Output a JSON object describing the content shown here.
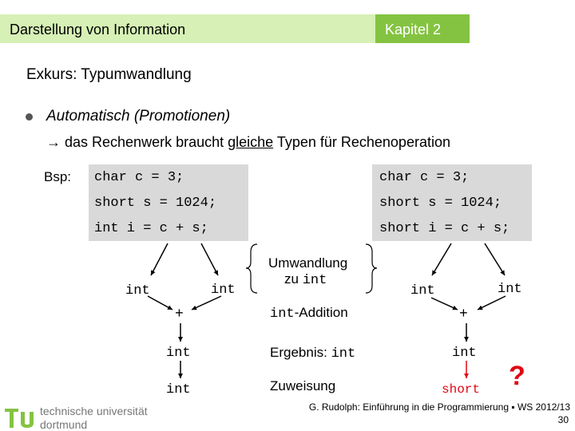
{
  "header": {
    "section": "Darstellung von Information",
    "chapter": "Kapitel 2"
  },
  "slide": {
    "title": "Exkurs: Typumwandlung",
    "bullet": "Automatisch (Promotionen)",
    "arrow_prefix": "→ das Rechenwerk braucht ",
    "arrow_underlined": "gleiche",
    "arrow_suffix": " Typen für Rechenoperation",
    "example_label": "Bsp:"
  },
  "left_example": {
    "code": [
      "char c = 3;",
      "short s = 1024;",
      "int i = c + s;"
    ],
    "operand_left": "int",
    "operand_right": "int",
    "operator": "+",
    "result": "int",
    "assigned": "int"
  },
  "middle": {
    "conversion_text": "Umwandlung",
    "conversion_zu": "zu",
    "conversion_type": "int",
    "addition_type": "int",
    "addition_text": "-Addition",
    "result_text": "Ergebnis:",
    "result_type": "int",
    "assignment_text": "Zuweisung"
  },
  "right_example": {
    "code": [
      "char c = 3;",
      "short s = 1024;",
      "short i = c + s;"
    ],
    "operand_left": "int",
    "operand_right": "int",
    "operator": "+",
    "result": "int",
    "assigned": "short",
    "question": "?"
  },
  "footer": {
    "university_line1": "technische universität",
    "university_line2": "dortmund",
    "credit": "G. Rudolph: Einführung in die Programmierung ▪ WS 2012/13",
    "page": "30"
  },
  "colors": {
    "header_light": "#d6f0b5",
    "header_dark": "#84c341",
    "warning_red": "#e30613",
    "code_bg": "#d9d9d9"
  }
}
